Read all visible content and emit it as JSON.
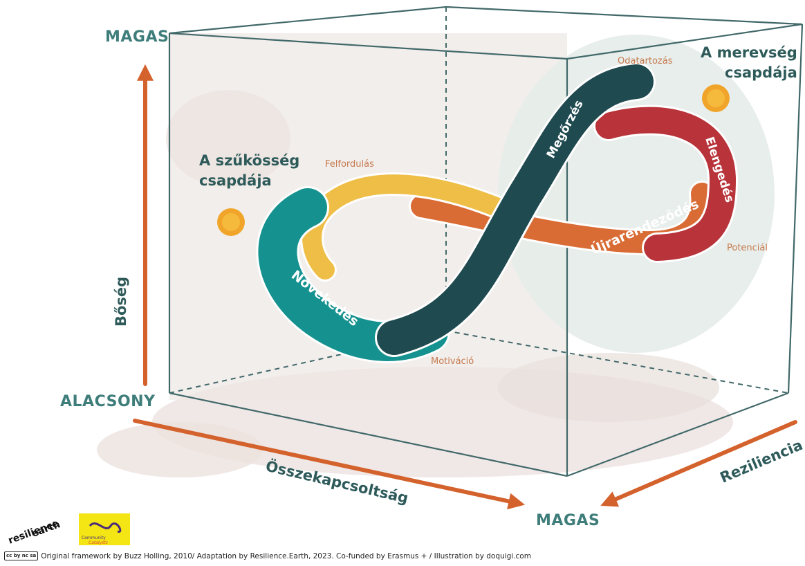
{
  "axes": {
    "high_top": "MAGAS",
    "low": "ALACSONY",
    "high_bottom": "MAGAS",
    "vertical": "Bőség",
    "diagonal_left": "Összekapcsoltság",
    "diagonal_right": "Reziliencia"
  },
  "traps": {
    "scarcity_line1": "A szűkösség",
    "scarcity_line2": "csapdája",
    "rigidity_line1": "A merevség",
    "rigidity_line2": "csapdája"
  },
  "phases": {
    "growth": "Növekedés",
    "conservation": "Megőrzés",
    "release": "Elengedés",
    "reorganization": "Újrarendeződés"
  },
  "annotations": {
    "revolt": "Felfordulás",
    "belonging": "Odatartozás",
    "potential": "Potenciál",
    "motivation": "Motiváció"
  },
  "logos": {
    "resilience_line1": "resilience",
    "resilience_line2": "earth",
    "community_line1": "Community",
    "community_line2": "Catalysts"
  },
  "credit": {
    "license": "cc by nc sa",
    "text": "Original framework by Buzz Holling, 2010/ Adaptation by Resilience.Earth, 2023. Co-funded by Erasmus + / Illustration by doquigi.com"
  },
  "colors": {
    "teal": "#15928f",
    "dark_teal": "#1e4a50",
    "yellow": "#efbe47",
    "red": "#b8333a",
    "orange": "#d96b34",
    "arrow": "#d4622c",
    "box_line": "#416869"
  }
}
